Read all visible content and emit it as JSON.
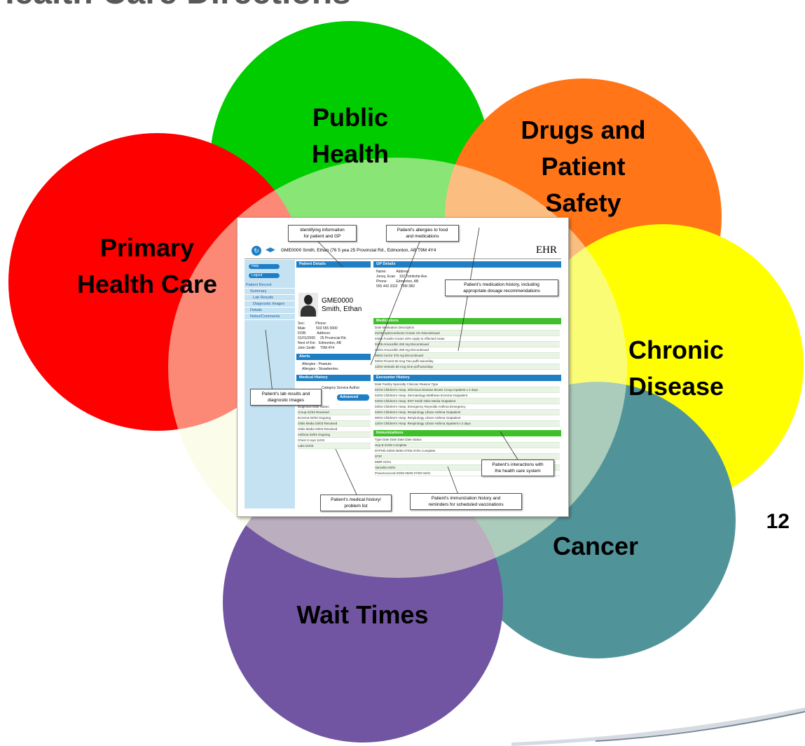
{
  "slide": {
    "title": "Health Care Directions",
    "page_number": "12"
  },
  "petals": [
    {
      "label": "Public\nHealth",
      "color": "#00cc00"
    },
    {
      "label": "Drugs and\nPatient\nSafety",
      "color": "#ff7518"
    },
    {
      "label": "Primary\nHealth Care",
      "color": "#ff0000"
    },
    {
      "label": "Chronic\nDisease",
      "color": "#ffff00"
    },
    {
      "label": "Cancer",
      "color": "#509499"
    },
    {
      "label": "Wait Times",
      "color": "#7155a2"
    }
  ],
  "ehr": {
    "brand": "EHR",
    "patient_bar": "GME0000 Smith, Ethan (76 5 yea  25 Provincial Rd., Edmonton, AB  T9M 4Y4",
    "sidebar": {
      "buttons": [
        "Help",
        "Logout"
      ],
      "items": [
        "Patient Record",
        "Summary",
        "Lab Results",
        "Diagnostic Images",
        "Details",
        "Notes/Comments"
      ]
    },
    "patient_details_header": "Patient Details",
    "gp_details_header": "GP Details",
    "patient_id": "GME0000\nSmith, Ethan",
    "patient_fields": "Sex:           Phone:\nMale           503 555 0000\nDOB:           Address:\n01/01/2000     25 Provincial Rd.\nNext of Kin:   Edmonton, AB\nJohn Smith     T9M 4Y4",
    "gp_fields": "Name:          Address:\nJoney, Evan    102 Tomkofat Ave.\nPhone:         Edmonton, AB\n555 443 3322   T9M 3B3",
    "alerts_header": "Alerts",
    "alerts": "Allergies - Peanuts\nAllergies - Strawberries",
    "medications_header": "Medications",
    "medication_rows": [
      "Date    Medication                     Description",
      "01/05   Hydrocortisone Cream 1%        Discontinued",
      "04/05   Fucidin Cream 20%              Apply to Affected Areas",
      "04/05   Amoxicillin 250 mg             Discontinued",
      "03/04   Amoxicillin 250 mg             Discontinued",
      "06/04   Ceclor 375 mg                  Discontinued",
      "02/04   Flovent 50 mcg                 Two puffs twice/day",
      "12/04   Ventolin 50 mcg                One puff twice/day"
    ],
    "medical_history_header": "Medical History",
    "history_filters": "Category  Service  Author",
    "advanced_button": "Advanced",
    "history_rows": [
      "Diagnosis              Date    Status",
      "Croup                  01/03   Resolved",
      "Eczema                 02/03   Ongoing",
      "Otitis Media           03/03   Resolved",
      "Otitis Media           03/04   Resolved",
      "Asthma                 03/04   Ongoing",
      "Chest X-rays           11/03",
      "Labs                   01/03"
    ],
    "encounter_header": "Encounter History",
    "encounter_rows": [
      "Date   Facility          Specialty           Clinician   Reason         Type",
      "01/03  Children's Hosp.  Infectious Disease  Brown       Croup          Inpatient x 2 days",
      "04/03  Children's Hosp.  Dermatology         Matthews    Eczema         Outpatient",
      "04/03  Children's Hosp.  ENT                 Smith       Otitis Media   Outpatient",
      "03/04  Children's Hosp.  Emergency           Reynolds    Asthma         Emergency",
      "04/04  Children's Hosp.  Respirology         Libran      Asthma         Outpatient",
      "05/04  Children's Hosp.  Respirology         Libran      Asthma         Outpatient",
      "12/04  Children's Hosp.  Respirology         Libran      Asthma         Inpatient x 2 days"
    ],
    "immunization_header": "Immunizations",
    "immunization_rows": [
      "Type            Date    Date    Date    Date    Status",
      "Hep B           01/00                           Complete",
      "DTPHib          03/00   05/00   07/00   07/01   Complete",
      "DTIP",
      "MMR             01/01",
      "Varicella       04/01",
      "Pneumococcal    03/00   05/00   07/00   04/01"
    ]
  },
  "callouts": [
    "Identifying information\nfor patient and GP",
    "Patient's allergies to food\nand medications",
    "Patient's medication history, including\nappropriate dosage recommendations",
    "Patient's lab results and\ndiagnostic images",
    "Patient's interactions with\nthe health care system",
    "Patient's medical history/\nproblem list",
    "Patient's immunization history and\nreminders for scheduled vaccinations"
  ]
}
